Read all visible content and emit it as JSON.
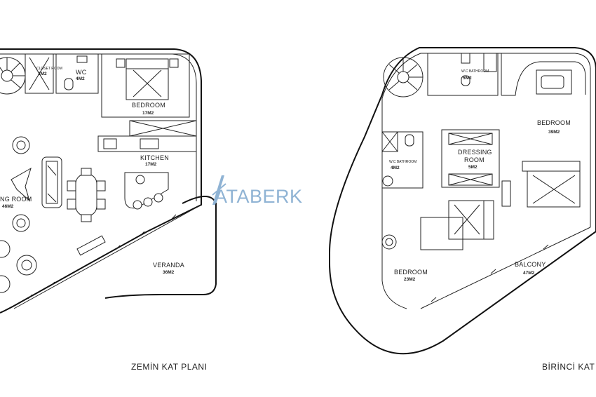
{
  "watermark": {
    "text": "ATABERK",
    "color": "#8fb3d4"
  },
  "ground_floor": {
    "title": "ZEMİN KAT PLANI",
    "rooms": {
      "closet": {
        "name": "CLOSET ROOM",
        "area": "3M2"
      },
      "wc": {
        "name": "WC",
        "area": "4M2"
      },
      "bedroom": {
        "name": "BEDROOM",
        "area": "17M2"
      },
      "kitchen": {
        "name": "KITCHEN",
        "area": "17M2"
      },
      "living": {
        "name": "NG ROOM",
        "area": "46M2"
      },
      "veranda": {
        "name": "VERANDA",
        "area": "36M2"
      }
    }
  },
  "first_floor": {
    "title": "BİRİNCİ KAT",
    "rooms": {
      "wc_bath_top": {
        "name": "W.C BATHROOM",
        "area": "5M2"
      },
      "bedroom_large": {
        "name": "BEDROOM",
        "area": "39M2"
      },
      "wc_bath_left": {
        "name": "W.C BATHROOM",
        "area": "4M2"
      },
      "dressing": {
        "name_line1": "DRESSING",
        "name_line2": "ROOM",
        "area": "5M2"
      },
      "bedroom_small": {
        "name": "BEDROOM",
        "area": "23M2"
      },
      "balcony": {
        "name": "BALCONY",
        "area": "47M2"
      }
    }
  }
}
